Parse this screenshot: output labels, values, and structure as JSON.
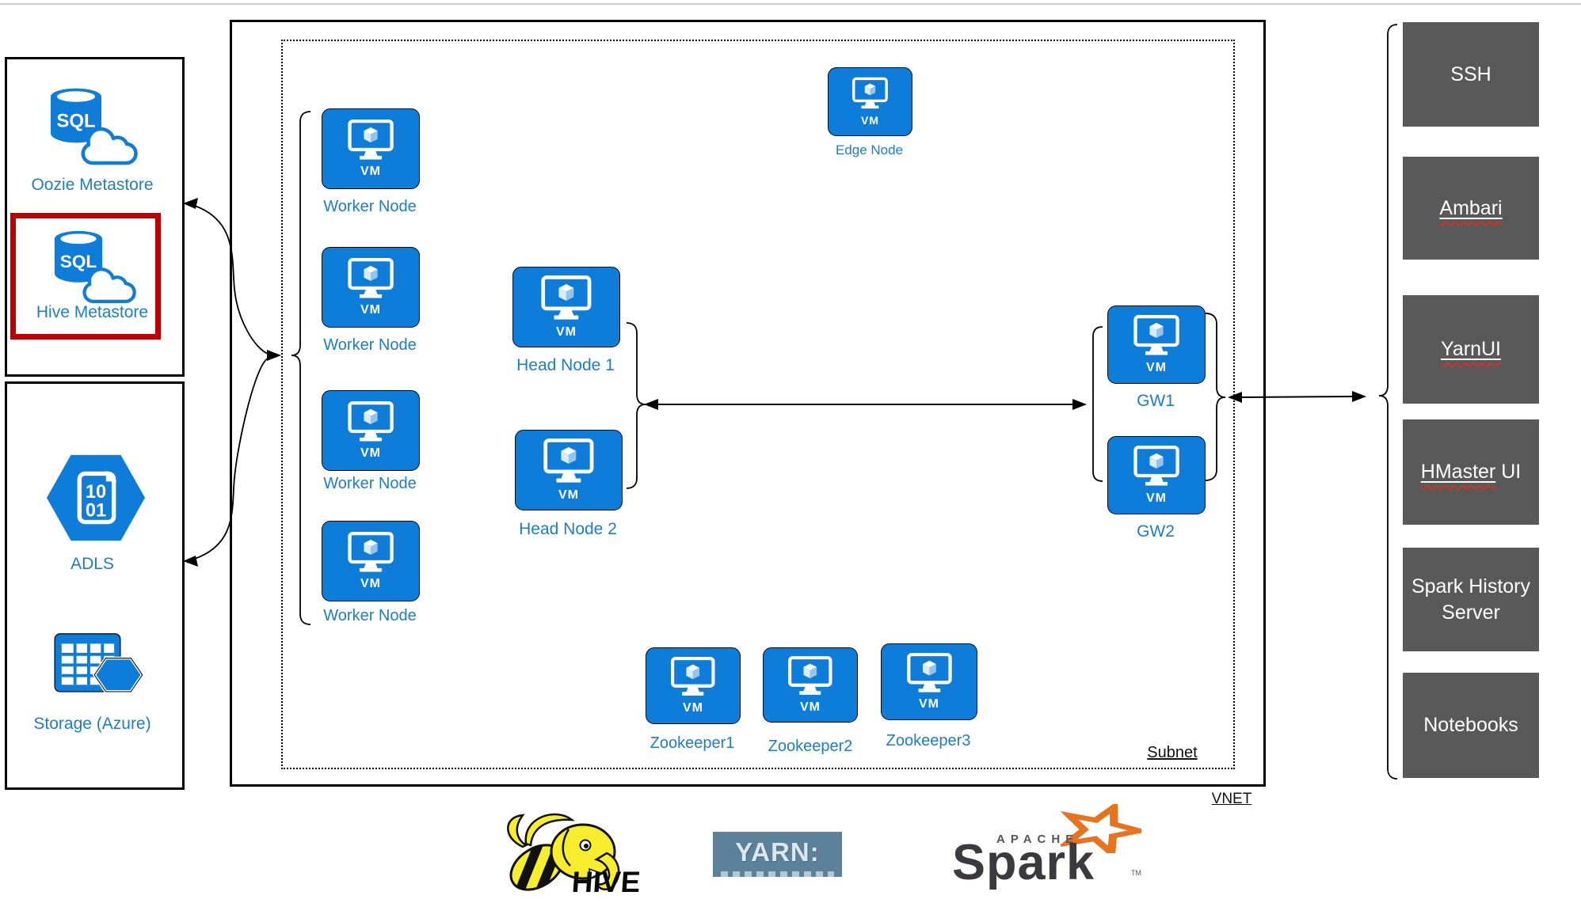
{
  "palette": {
    "node_blue": "#0d7dd9",
    "label_blue": "#1b7ec9",
    "endpoint_gray": "#595959",
    "highlight_red": "#c00000",
    "spark_orange": "#e8731f",
    "hive_yellow": "#f6ee2c",
    "yarn_bg": "#5c8198"
  },
  "vm_label": "VM",
  "sql_label": "SQL",
  "adls_doc": {
    "line1": "10",
    "line2": "01"
  },
  "metastores": {
    "oozie": "Oozie Metastore",
    "hive": "Hive Metastore"
  },
  "storage": {
    "adls": "ADLS",
    "azure": "Storage (Azure)"
  },
  "cluster": {
    "edge_node": "Edge Node",
    "worker_nodes": [
      "Worker Node",
      "Worker Node",
      "Worker Node",
      "Worker Node"
    ],
    "head_nodes": [
      "Head Node 1",
      "Head Node 2"
    ],
    "gateways": [
      "GW1",
      "GW2"
    ],
    "zookeepers": [
      "Zookeeper1",
      "Zookeeper2",
      "Zookeeper3"
    ],
    "subnet_label": "Subnet",
    "vnet_label": "VNET"
  },
  "endpoints": [
    {
      "underlined": "",
      "plain": "SSH"
    },
    {
      "underlined": "Ambari",
      "plain": ""
    },
    {
      "underlined": "YarnUI",
      "plain": ""
    },
    {
      "underlined": "HMaster",
      "plain": " UI"
    },
    {
      "underlined": "",
      "plain": "Spark History Server"
    },
    {
      "underlined": "",
      "plain": "Notebooks"
    }
  ],
  "logos": {
    "hive": "HIVE",
    "yarn": "YARN:",
    "apache": "APACHE",
    "spark": "Spark",
    "tm": "TM"
  }
}
